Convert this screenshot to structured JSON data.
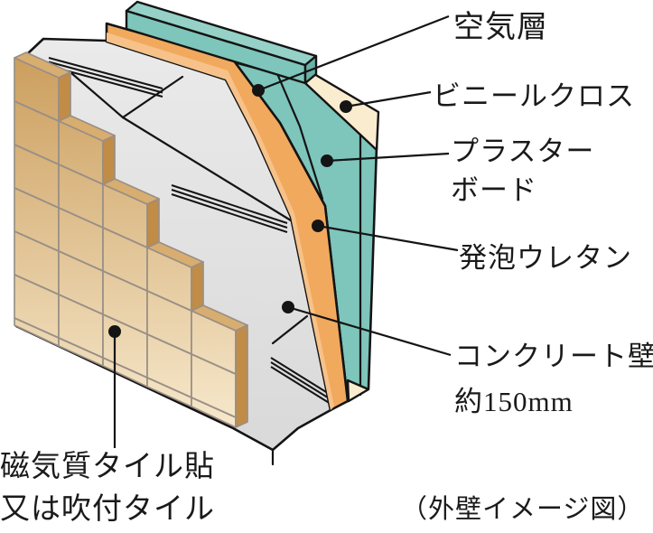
{
  "diagram": {
    "caption": "（外壁イメージ図）",
    "labels": {
      "air_layer": "空気層",
      "vinyl_cloth": "ビニールクロス",
      "plaster_board_line1": "プラスター",
      "plaster_board_line2": "ボード",
      "foam_urethane": "発泡ウレタン",
      "concrete_wall_line1": "コンクリート壁",
      "concrete_wall_line2": "約150mm",
      "exterior_tile_line1": "磁気質タイル貼",
      "exterior_tile_line2": "又は吹付タイル"
    },
    "colors": {
      "background": "#ffffff",
      "outline": "#141414",
      "text": "#1a1a1a",
      "concrete_light": "#eaeaea",
      "concrete_dark": "#d9d9d9",
      "tile_top": "#cb9d5c",
      "tile_bottom": "#f7e9cd",
      "tile_edge_top": "#d8ad70",
      "tile_edge_side": "#c08c46",
      "grout": "#998f85",
      "urethane": "#f1a95e",
      "urethane_light": "#f6c289",
      "plasterboard": "#7ec5bb",
      "plasterboard_light": "#95d1c7",
      "plasterboard_dark": "#68b2a7",
      "vinyl": "#faeccf"
    }
  }
}
